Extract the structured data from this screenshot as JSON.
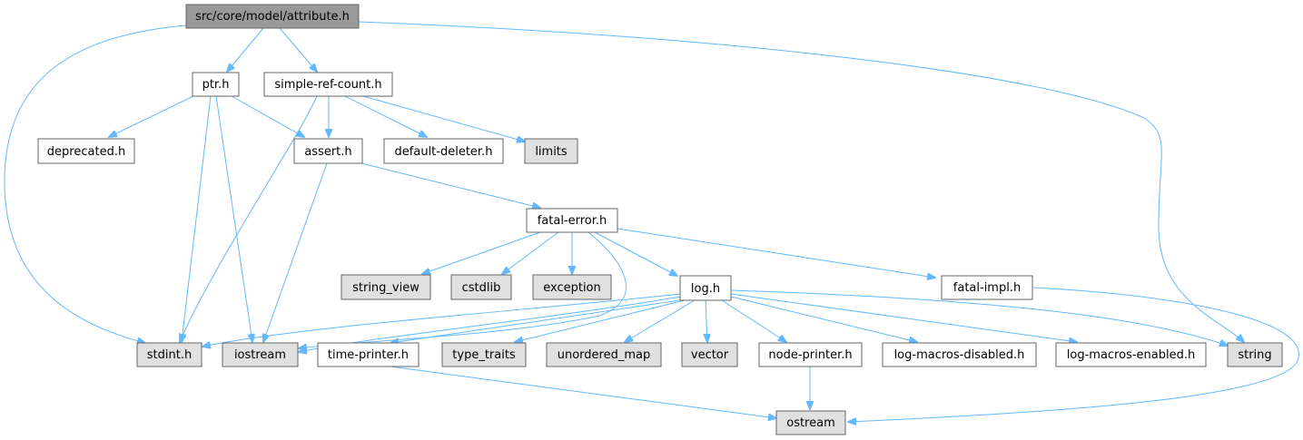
{
  "colors": {
    "edge": "#63b8ff",
    "root_fill": "#999999",
    "header_fill": "#ffffff",
    "system_fill": "#e0e0e0",
    "border": "#666666"
  },
  "nodes": {
    "attribute": {
      "label": "src/core/model/attribute.h",
      "kind": "root"
    },
    "ptr": {
      "label": "ptr.h",
      "kind": "header"
    },
    "simple_ref_count": {
      "label": "simple-ref-count.h",
      "kind": "header"
    },
    "deprecated": {
      "label": "deprecated.h",
      "kind": "header"
    },
    "assert": {
      "label": "assert.h",
      "kind": "header"
    },
    "default_deleter": {
      "label": "default-deleter.h",
      "kind": "header"
    },
    "limits": {
      "label": "limits",
      "kind": "system"
    },
    "fatal_error": {
      "label": "fatal-error.h",
      "kind": "header"
    },
    "string_view": {
      "label": "string_view",
      "kind": "system"
    },
    "cstdlib": {
      "label": "cstdlib",
      "kind": "system"
    },
    "exception": {
      "label": "exception",
      "kind": "system"
    },
    "log": {
      "label": "log.h",
      "kind": "header"
    },
    "fatal_impl": {
      "label": "fatal-impl.h",
      "kind": "header"
    },
    "stdint": {
      "label": "stdint.h",
      "kind": "system"
    },
    "iostream": {
      "label": "iostream",
      "kind": "system"
    },
    "time_printer": {
      "label": "time-printer.h",
      "kind": "header"
    },
    "type_traits": {
      "label": "type_traits",
      "kind": "system"
    },
    "unordered_map": {
      "label": "unordered_map",
      "kind": "system"
    },
    "vector": {
      "label": "vector",
      "kind": "system"
    },
    "node_printer": {
      "label": "node-printer.h",
      "kind": "header"
    },
    "log_macros_disabled": {
      "label": "log-macros-disabled.h",
      "kind": "header"
    },
    "log_macros_enabled": {
      "label": "log-macros-enabled.h",
      "kind": "header"
    },
    "string": {
      "label": "string",
      "kind": "system"
    },
    "ostream": {
      "label": "ostream",
      "kind": "system"
    }
  },
  "edges": [
    [
      "attribute",
      "ptr"
    ],
    [
      "attribute",
      "simple_ref_count"
    ],
    [
      "attribute",
      "stdint"
    ],
    [
      "attribute",
      "string"
    ],
    [
      "ptr",
      "deprecated"
    ],
    [
      "ptr",
      "assert"
    ],
    [
      "ptr",
      "stdint"
    ],
    [
      "ptr",
      "iostream"
    ],
    [
      "simple_ref_count",
      "assert"
    ],
    [
      "simple_ref_count",
      "default_deleter"
    ],
    [
      "simple_ref_count",
      "limits"
    ],
    [
      "simple_ref_count",
      "stdint"
    ],
    [
      "assert",
      "fatal_error"
    ],
    [
      "assert",
      "iostream"
    ],
    [
      "fatal_error",
      "string_view"
    ],
    [
      "fatal_error",
      "cstdlib"
    ],
    [
      "fatal_error",
      "exception"
    ],
    [
      "fatal_error",
      "log"
    ],
    [
      "fatal_error",
      "fatal_impl"
    ],
    [
      "fatal_error",
      "iostream"
    ],
    [
      "fatal_impl",
      "ostream"
    ],
    [
      "log",
      "stdint"
    ],
    [
      "log",
      "iostream"
    ],
    [
      "log",
      "time_printer"
    ],
    [
      "log",
      "type_traits"
    ],
    [
      "log",
      "unordered_map"
    ],
    [
      "log",
      "vector"
    ],
    [
      "log",
      "node_printer"
    ],
    [
      "log",
      "log_macros_disabled"
    ],
    [
      "log",
      "log_macros_enabled"
    ],
    [
      "log",
      "string"
    ],
    [
      "time_printer",
      "ostream"
    ],
    [
      "node_printer",
      "ostream"
    ]
  ]
}
